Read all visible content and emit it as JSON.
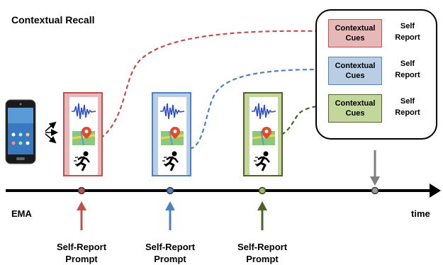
{
  "title": "Contextual Recall",
  "timeline": {
    "left_label": "EMA",
    "right_label": "time"
  },
  "prompts": [
    {
      "line1": "Self-Report",
      "line2": "Prompt",
      "color": "#c0504d",
      "fill": "#e6b9b8"
    },
    {
      "line1": "Self-Report",
      "line2": "Prompt",
      "color": "#4f81bd",
      "fill": "#b9cde5"
    },
    {
      "line1": "Self-Report",
      "line2": "Prompt",
      "color": "#4f6228",
      "fill": "#c3d69b"
    }
  ],
  "recall": {
    "rows": [
      {
        "cue_label_1": "Contextual",
        "cue_label_2": "Cues",
        "report_label_1": "Self",
        "report_label_2": "Report"
      },
      {
        "cue_label_1": "Contextual",
        "cue_label_2": "Cues",
        "report_label_1": "Self",
        "report_label_2": "Report"
      },
      {
        "cue_label_1": "Contextual",
        "cue_label_2": "Cues",
        "report_label_1": "Self",
        "report_label_2": "Report"
      }
    ]
  },
  "icons": [
    "smartphone-icon",
    "audio-waveform-icon",
    "map-pin-icon",
    "running-person-icon"
  ],
  "colors": {
    "red": "#c0504d",
    "blue": "#4f81bd",
    "green": "#4f6228",
    "gray_arrow": "#7f7f7f"
  }
}
